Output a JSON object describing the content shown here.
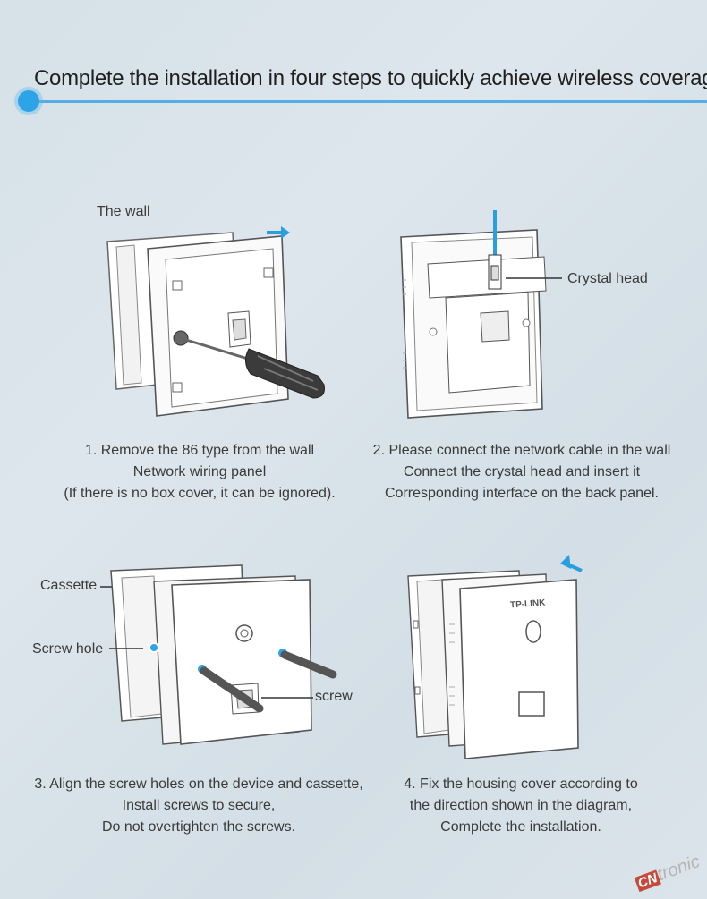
{
  "header": {
    "title": "Complete the installation in four steps to quickly achieve wireless coverage."
  },
  "step1": {
    "label_wall": "The wall",
    "caption": [
      "1. Remove the 86 type from the wall",
      "Network wiring panel",
      "(If there is no box cover, it can be ignored)."
    ]
  },
  "step2": {
    "label_crystal": "Crystal head",
    "caption": [
      "2. Please connect the network cable in the wall",
      "Connect the crystal head and insert it",
      "Corresponding interface on the back panel."
    ]
  },
  "step3": {
    "label_cassette": "Cassette",
    "label_screw_hole": "Screw hole",
    "label_screw": "screw",
    "caption": [
      "3. Align the screw holes on the device and cassette,",
      "Install screws to secure,",
      "Do not overtighten the screws."
    ]
  },
  "step4": {
    "brand": "TP-LINK",
    "caption": [
      "4. Fix the housing cover according to",
      "the direction shown in the diagram,",
      "Complete the installation."
    ]
  },
  "watermark": {
    "cn": "CN",
    "text": "tronic"
  },
  "colors": {
    "accent": "#2ea4e8",
    "line": "#55aee0",
    "arrow": "#2a9fe0"
  }
}
